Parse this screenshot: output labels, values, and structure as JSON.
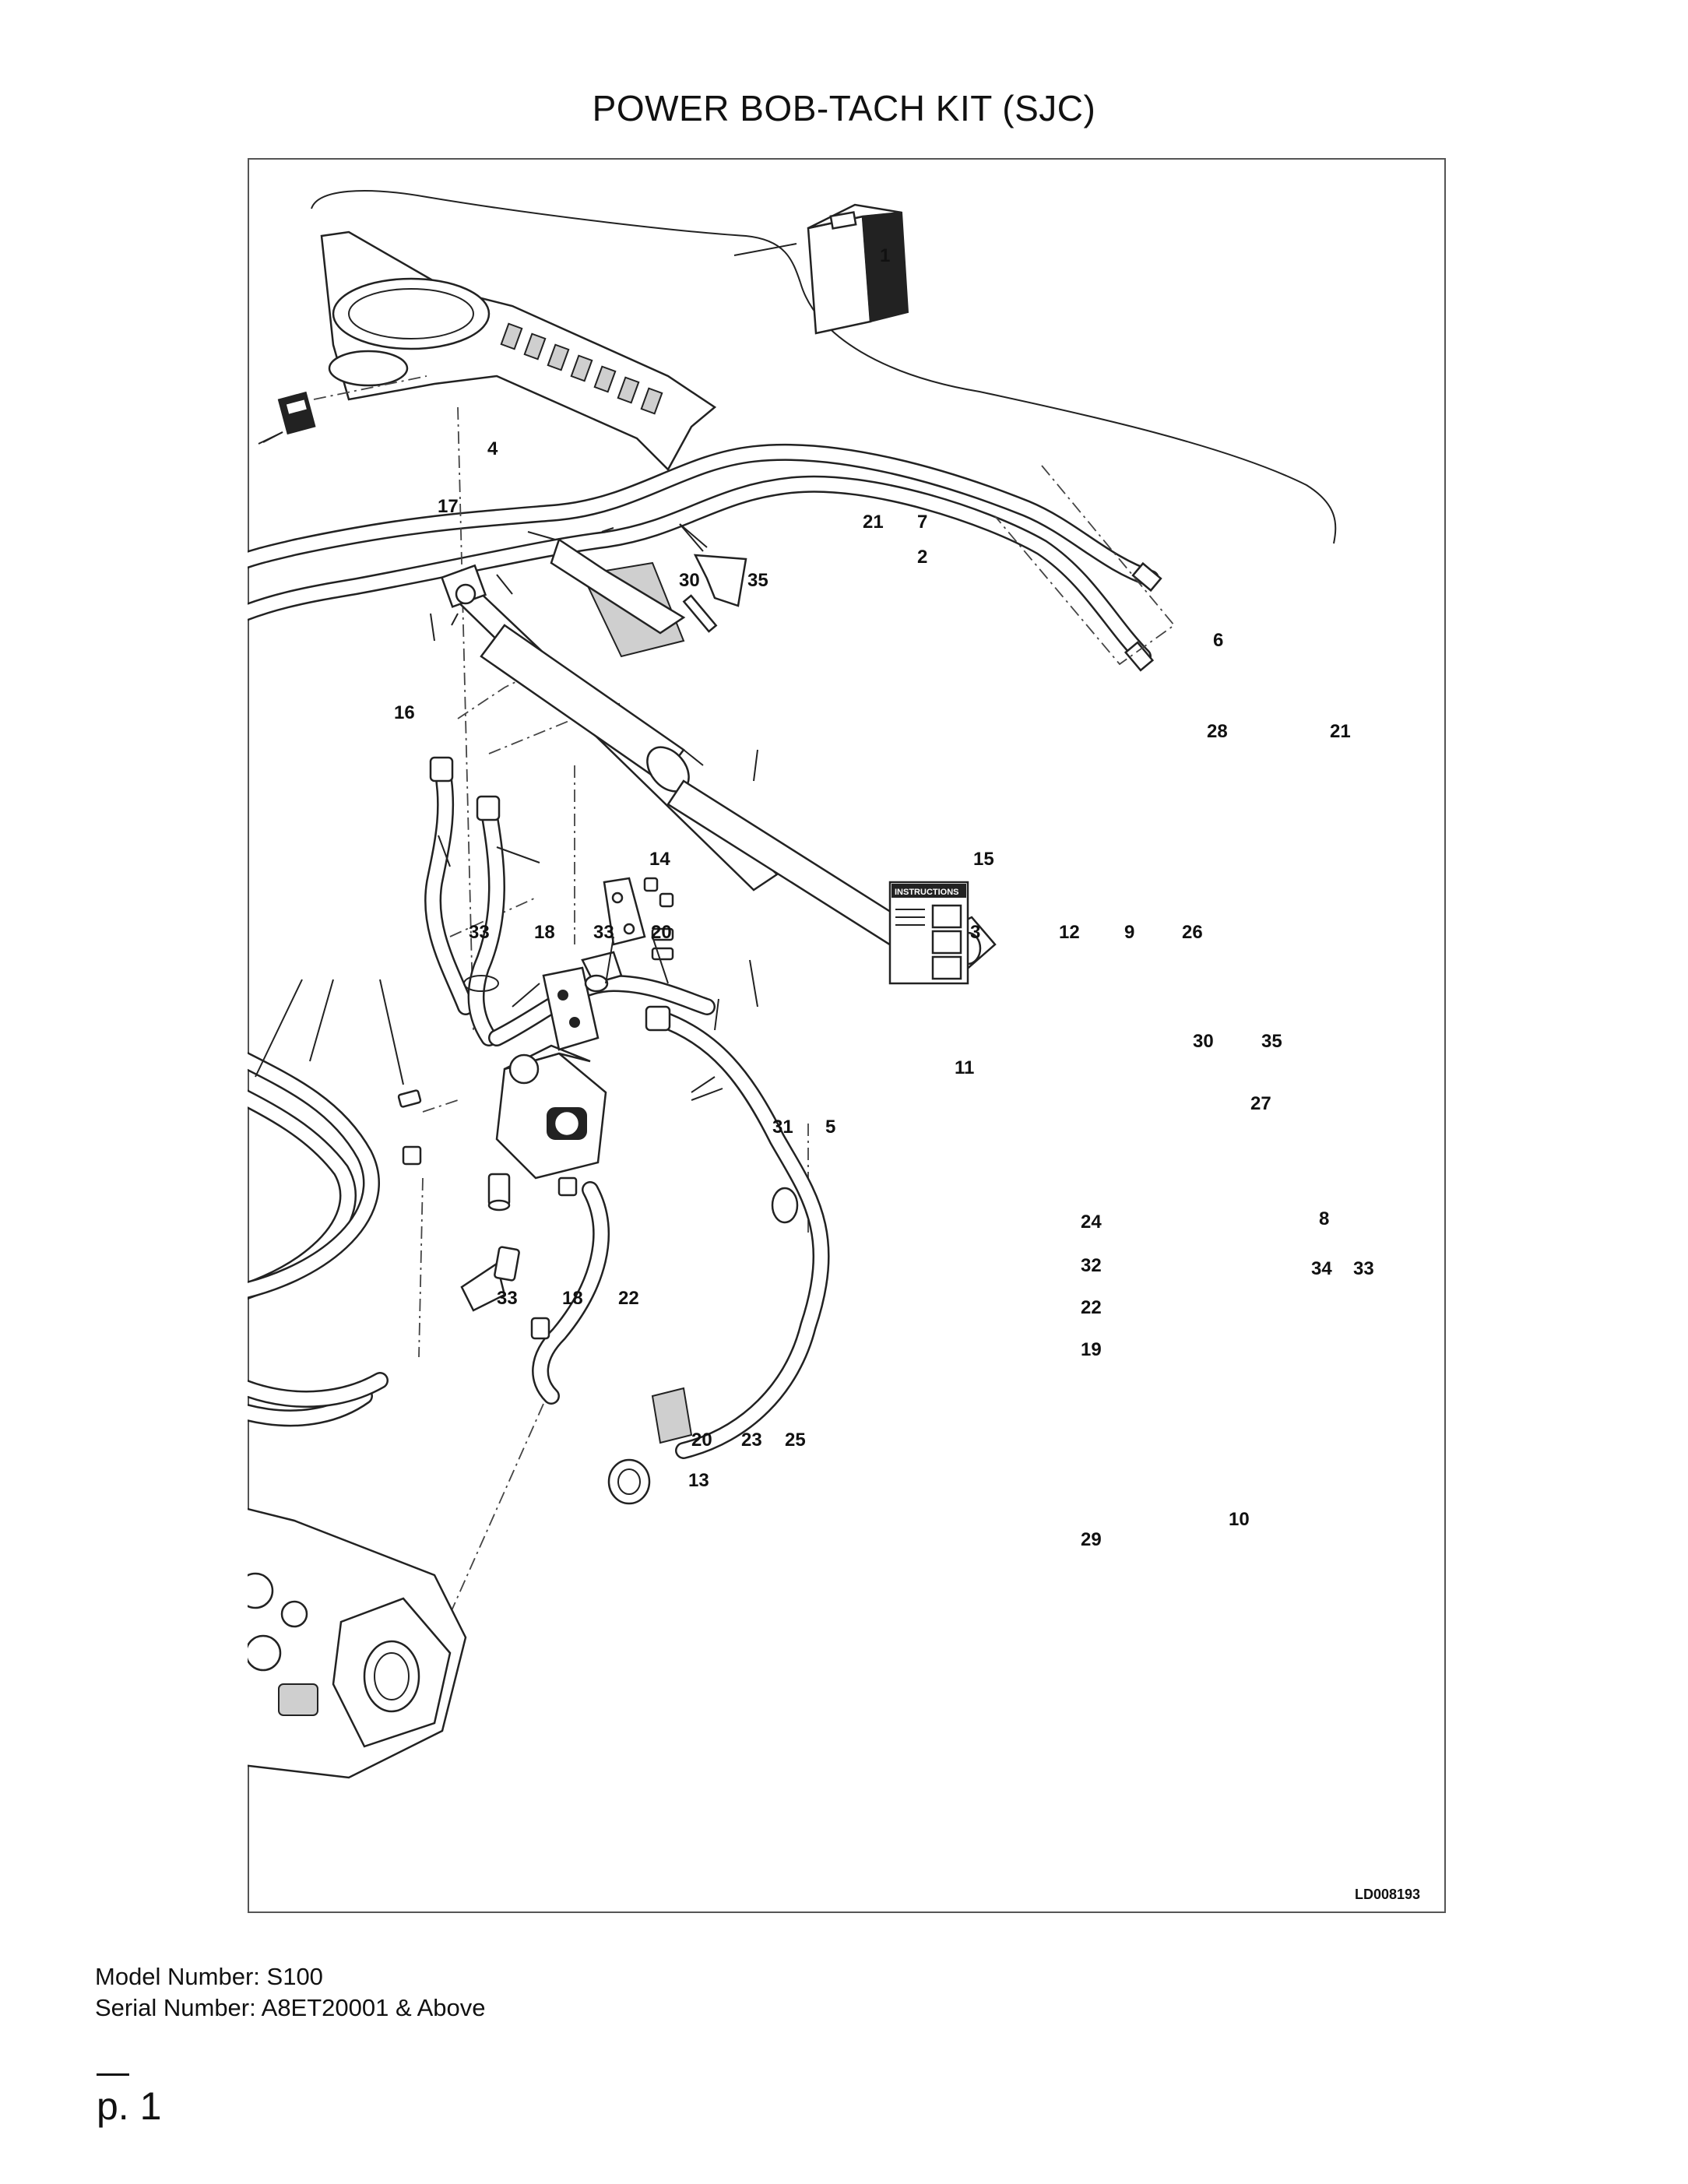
{
  "title": "POWER BOB-TACH KIT (SJC)",
  "drawing_code": "LD008193",
  "model_number": "Model Number: S100",
  "serial_number": "Serial Number: A8ET20001 & Above",
  "page_number": "p. 1",
  "instructions_label": "INSTRUCTIONS",
  "callouts": [
    {
      "id": "c1",
      "text": "1"
    },
    {
      "id": "c4",
      "text": "4"
    },
    {
      "id": "c17",
      "text": "17"
    },
    {
      "id": "c21a",
      "text": "21"
    },
    {
      "id": "c7",
      "text": "7"
    },
    {
      "id": "c2",
      "text": "2"
    },
    {
      "id": "c30a",
      "text": "30"
    },
    {
      "id": "c35a",
      "text": "35"
    },
    {
      "id": "c16",
      "text": "16"
    },
    {
      "id": "c6",
      "text": "6"
    },
    {
      "id": "c28",
      "text": "28"
    },
    {
      "id": "c21b",
      "text": "21"
    },
    {
      "id": "c14",
      "text": "14"
    },
    {
      "id": "c15",
      "text": "15"
    },
    {
      "id": "c33a",
      "text": "33"
    },
    {
      "id": "c18a",
      "text": "18"
    },
    {
      "id": "c33b",
      "text": "33"
    },
    {
      "id": "c20a",
      "text": "20"
    },
    {
      "id": "c3",
      "text": "3"
    },
    {
      "id": "c12",
      "text": "12"
    },
    {
      "id": "c9",
      "text": "9"
    },
    {
      "id": "c26",
      "text": "26"
    },
    {
      "id": "c30b",
      "text": "30"
    },
    {
      "id": "c35b",
      "text": "35"
    },
    {
      "id": "c11",
      "text": "11"
    },
    {
      "id": "c27",
      "text": "27"
    },
    {
      "id": "c31",
      "text": "31"
    },
    {
      "id": "c5",
      "text": "5"
    },
    {
      "id": "c24",
      "text": "24"
    },
    {
      "id": "c8",
      "text": "8"
    },
    {
      "id": "c32",
      "text": "32"
    },
    {
      "id": "c34",
      "text": "34"
    },
    {
      "id": "c33c",
      "text": "33"
    },
    {
      "id": "c33d",
      "text": "33"
    },
    {
      "id": "c18b",
      "text": "18"
    },
    {
      "id": "c22a",
      "text": "22"
    },
    {
      "id": "c22b",
      "text": "22"
    },
    {
      "id": "c19",
      "text": "19"
    },
    {
      "id": "c20b",
      "text": "20"
    },
    {
      "id": "c23",
      "text": "23"
    },
    {
      "id": "c25",
      "text": "25"
    },
    {
      "id": "c13",
      "text": "13"
    },
    {
      "id": "c29",
      "text": "29"
    },
    {
      "id": "c10",
      "text": "10"
    }
  ]
}
